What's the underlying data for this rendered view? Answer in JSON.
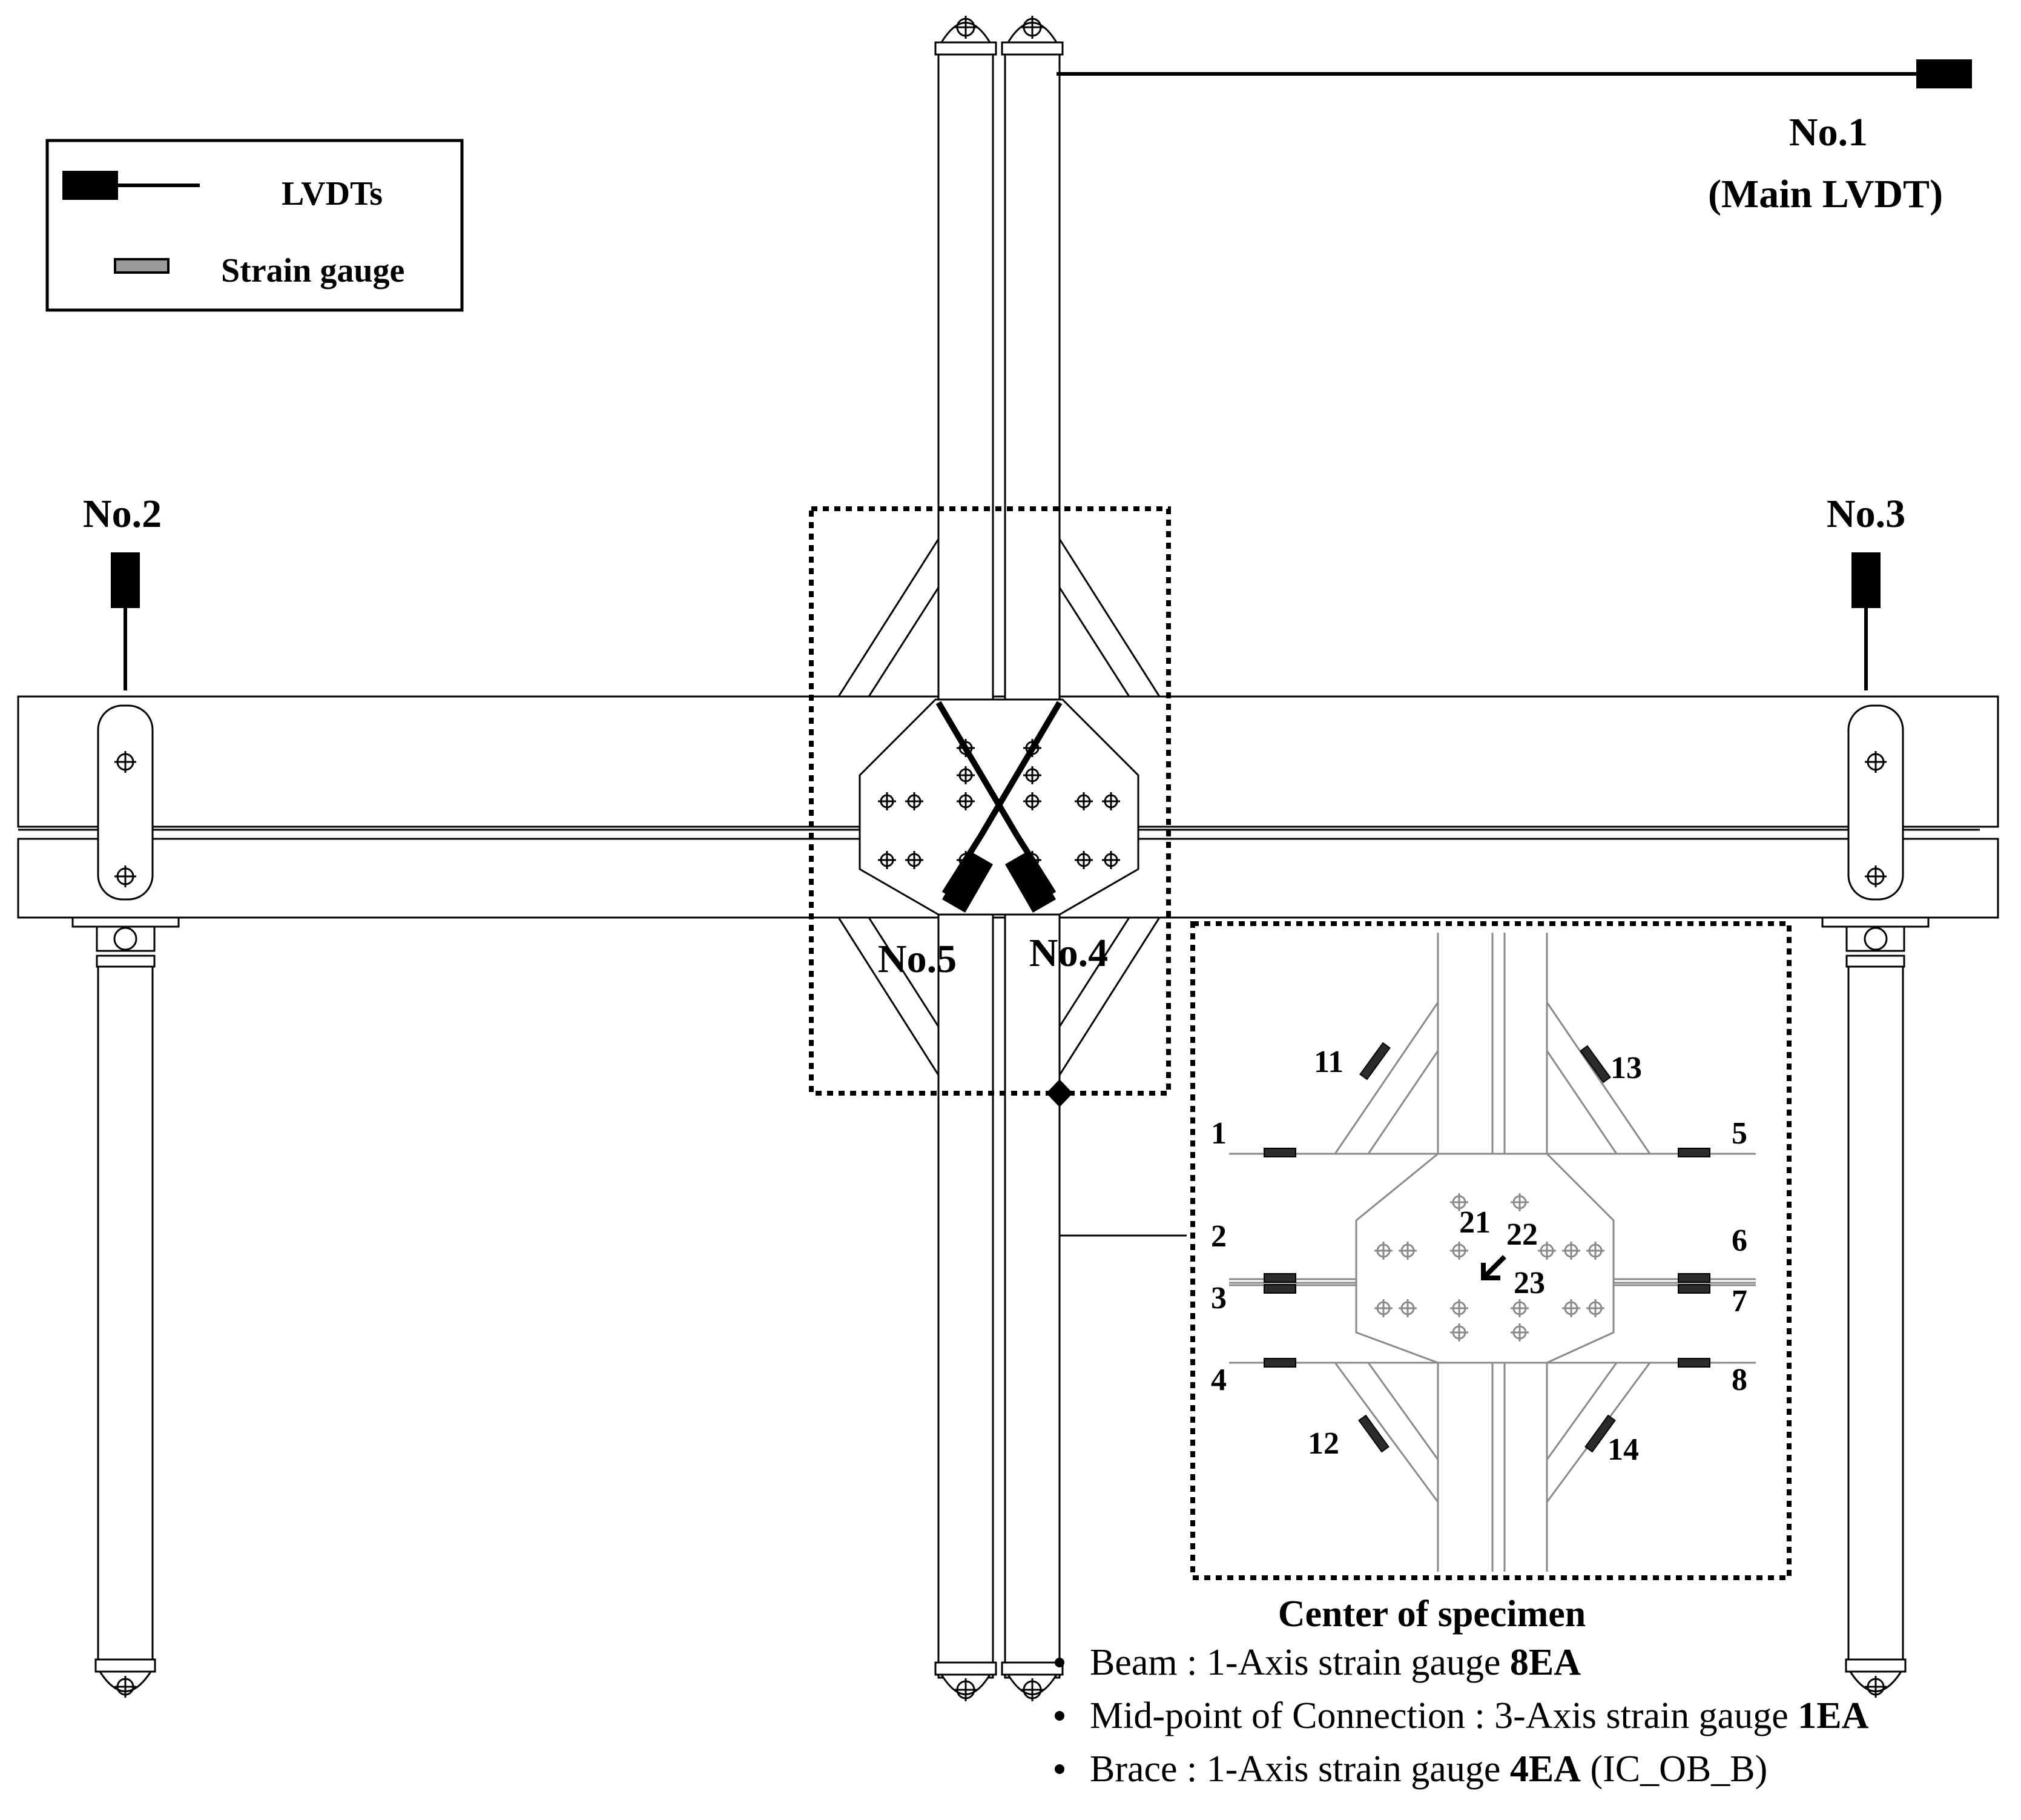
{
  "legend": {
    "lvdt_label": "LVDTs",
    "strain_label": "Strain gauge"
  },
  "lvdts": {
    "no1_line1": "No.1",
    "no1_line2": "(Main LVDT)",
    "no2": "No.2",
    "no3": "No.3",
    "no4": "No.4",
    "no5": "No.5"
  },
  "strain_gauges": [
    "1",
    "2",
    "3",
    "4",
    "5",
    "6",
    "7",
    "8",
    "11",
    "12",
    "13",
    "14",
    "21",
    "22",
    "23"
  ],
  "caption": {
    "title": "Center of specimen",
    "bullets": [
      {
        "text": "Beam : 1-Axis strain gauge ",
        "bold": "8EA",
        "suffix": ""
      },
      {
        "text": "Mid-point of Connection : 3-Axis strain gauge ",
        "bold": "1EA",
        "suffix": ""
      },
      {
        "text": "Brace : 1-Axis strain gauge ",
        "bold": "4EA",
        "suffix": " (IC_OB_B)"
      }
    ]
  }
}
